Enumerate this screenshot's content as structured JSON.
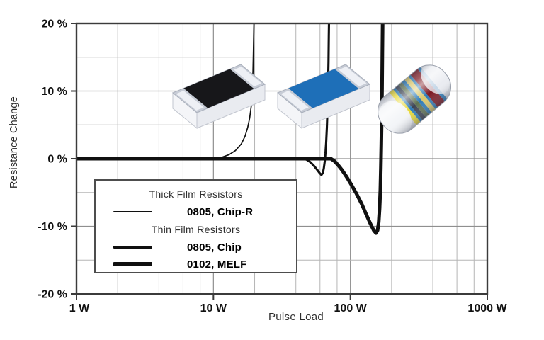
{
  "figure": {
    "background": "#ffffff",
    "description": "Pulse load diagram: resistance change vs pulse load for thick film and thin film resistors"
  },
  "chart_data": {
    "type": "line",
    "title": "",
    "xlabel": "Pulse Load",
    "ylabel": "Resistance Change",
    "x_scale": "log",
    "y_scale": "linear",
    "xlim": [
      1,
      1000
    ],
    "ylim": [
      -20,
      20
    ],
    "grid": "on",
    "x_ticks": [
      {
        "value": 1,
        "label": "1 W"
      },
      {
        "value": 10,
        "label": "10 W"
      },
      {
        "value": 100,
        "label": "100 W"
      },
      {
        "value": 1000,
        "label": "1000 W"
      }
    ],
    "y_ticks": [
      {
        "value": 20,
        "label": "20 %"
      },
      {
        "value": 10,
        "label": "10 %"
      },
      {
        "value": 0,
        "label": "0 %"
      },
      {
        "value": -10,
        "label": "-10 %"
      },
      {
        "value": -20,
        "label": "-20 %"
      }
    ],
    "minor_grid_x_multiples": [
      2,
      4,
      6,
      8
    ],
    "minor_grid_y_values": [
      -15,
      -5,
      5,
      15
    ],
    "major_grid_y_values": [
      -10,
      0,
      10
    ],
    "series": [
      {
        "name": "0805, Chip-R",
        "group": "Thick Film Resistors",
        "color": "#101010",
        "stroke_width": 1.7,
        "points_w_pct": [
          [
            1,
            0
          ],
          [
            4,
            0
          ],
          [
            8,
            0
          ],
          [
            10.5,
            0
          ],
          [
            11.5,
            0.2
          ],
          [
            13,
            0.6
          ],
          [
            14.5,
            1.2
          ],
          [
            16,
            2.2
          ],
          [
            17,
            3.3
          ],
          [
            17.8,
            4.6
          ],
          [
            18.4,
            6
          ],
          [
            18.9,
            7.8
          ],
          [
            19.2,
            10
          ],
          [
            19.45,
            13
          ],
          [
            19.6,
            16
          ],
          [
            19.75,
            20
          ],
          [
            19.85,
            23
          ]
        ]
      },
      {
        "name": "0805, Chip",
        "group": "Thin Film Resistors",
        "color": "#101010",
        "stroke_width": 3.1,
        "points_w_pct": [
          [
            1,
            0
          ],
          [
            10,
            0
          ],
          [
            30,
            0
          ],
          [
            45,
            0
          ],
          [
            48,
            -0.15
          ],
          [
            51,
            -0.5
          ],
          [
            54,
            -1
          ],
          [
            57,
            -1.6
          ],
          [
            59.5,
            -2.1
          ],
          [
            61.5,
            -2.4
          ],
          [
            63,
            -2.1
          ],
          [
            64,
            -1.4
          ],
          [
            65,
            -0.4
          ],
          [
            65.8,
            0.8
          ],
          [
            66.6,
            2.4
          ],
          [
            67.4,
            4.6
          ],
          [
            68.1,
            7.4
          ],
          [
            68.7,
            10.6
          ],
          [
            69.2,
            14.2
          ],
          [
            69.6,
            18
          ],
          [
            69.9,
            21
          ],
          [
            70.1,
            23
          ]
        ]
      },
      {
        "name": "0102, MELF",
        "group": "Thin Film Resistors",
        "color": "#101010",
        "stroke_width": 5,
        "points_w_pct": [
          [
            1,
            0
          ],
          [
            20,
            0
          ],
          [
            50,
            0
          ],
          [
            72,
            0
          ],
          [
            76,
            -0.3
          ],
          [
            81,
            -0.9
          ],
          [
            87,
            -1.7
          ],
          [
            94,
            -2.7
          ],
          [
            102,
            -3.9
          ],
          [
            111,
            -5.2
          ],
          [
            121,
            -6.7
          ],
          [
            131,
            -8.3
          ],
          [
            140,
            -9.6
          ],
          [
            148,
            -10.6
          ],
          [
            154,
            -11
          ],
          [
            158,
            -10.6
          ],
          [
            161,
            -9.4
          ],
          [
            163.5,
            -7.4
          ],
          [
            165.5,
            -4.6
          ],
          [
            167,
            -1.4
          ],
          [
            168.2,
            2
          ],
          [
            169.3,
            6
          ],
          [
            170.3,
            10.5
          ],
          [
            171.2,
            15.5
          ],
          [
            172,
            20
          ],
          [
            172.6,
            23
          ]
        ]
      }
    ],
    "legend": {
      "position": "inside-bottom-left",
      "rows": [
        {
          "type": "header",
          "label": "Thick Film Resistors"
        },
        {
          "type": "item",
          "label": "0805, Chip-R",
          "line_width": 2
        },
        {
          "type": "header",
          "label": "Thin Film Resistors"
        },
        {
          "type": "item",
          "label": "0805, Chip",
          "line_width": 3.5
        },
        {
          "type": "item",
          "label": "0102, MELF",
          "line_width": 5.5
        }
      ]
    }
  },
  "illustrations": {
    "chip_resistor_black": {
      "top_color": "#17171a",
      "cap_color": "#c7ccd6",
      "side_color": "#e9ebf0",
      "end_color": "#f4f5f8"
    },
    "chip_resistor_blue": {
      "top_color": "#1e6fb8",
      "cap_color": "#c7ccd6",
      "side_color": "#e9ebf0",
      "end_color": "#f4f5f8"
    },
    "melf_resistor": {
      "body_color": "#d9dce2",
      "lacquer_color": "#2c7ab6",
      "band_colors": [
        "#e8d838",
        "#3c4352",
        "#5f7252",
        "#d9c76a",
        "#7c1822"
      ]
    }
  },
  "colors": {
    "curve": "#101010",
    "grid_minor": "#b5b5b5",
    "grid_major": "#8f8f8f",
    "frame": "#3b3b3b",
    "tick_label": "#111111",
    "axis_title": "#2d2d2d",
    "legend_border": "#4d4d4d"
  }
}
